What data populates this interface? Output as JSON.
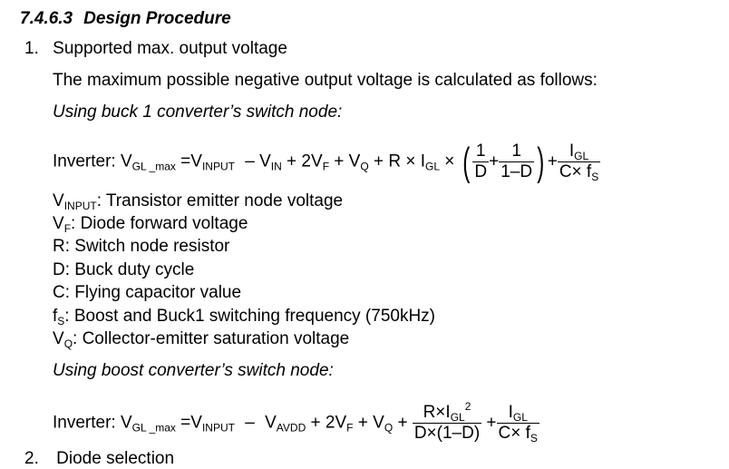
{
  "heading": {
    "number": "7.4.6.3",
    "title": "Design Procedure"
  },
  "item1": {
    "number": "1.",
    "label": "Supported max. output voltage"
  },
  "intro": "The maximum possible negative output voltage is calculated as follows:",
  "buck_caption": "Using buck 1 converter’s switch node:",
  "boost_caption": "Using boost converter’s switch node:",
  "eq_label": "Inverter:",
  "definitions": [
    {
      "sym": "V",
      "sub": "INPUT",
      "text": ": Transistor emitter node voltage"
    },
    {
      "sym": "V",
      "sub": "F",
      "text": ": Diode forward voltage"
    },
    {
      "sym": "R",
      "sub": "",
      "text": ": Switch node resistor"
    },
    {
      "sym": "D",
      "sub": "",
      "text": ": Buck duty cycle"
    },
    {
      "sym": "C",
      "sub": "",
      "text": ": Flying capacitor value"
    },
    {
      "sym": "f",
      "sub": "S",
      "text": ": Boost and Buck1 switching frequency (750kHz)"
    },
    {
      "sym": "V",
      "sub": "Q",
      "text": ": Collector-emitter saturation voltage"
    }
  ],
  "item2": {
    "number": "2.",
    "label": "Diode selection"
  }
}
